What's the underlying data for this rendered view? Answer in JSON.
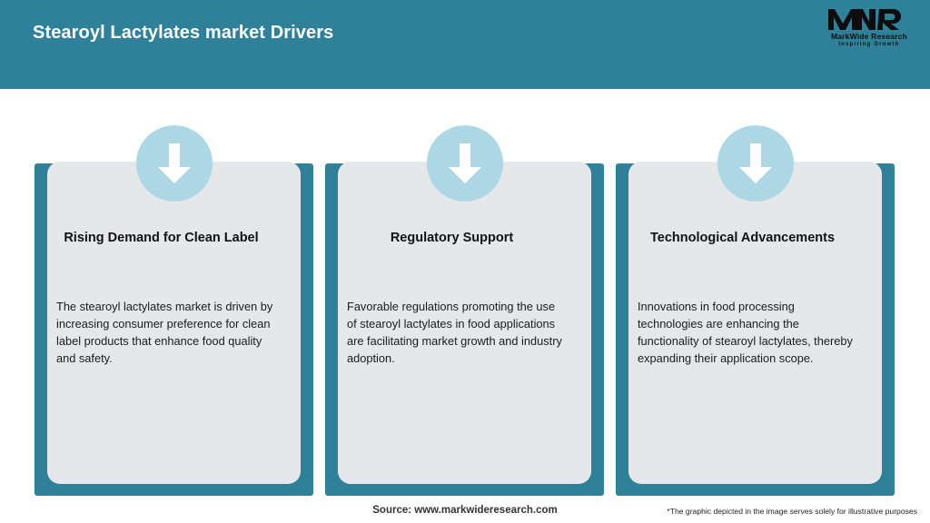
{
  "header": {
    "title": "Stearoyl Lactylates market Drivers",
    "background_color": "#2E8199",
    "title_color": "#ffffff"
  },
  "logo": {
    "mark": "MWR",
    "name": "MarkWide Research",
    "tagline": "Inspiring Growth"
  },
  "cards": [
    {
      "icon": "down-arrow-icon",
      "title": "Rising Demand for Clean Label",
      "body": "The stearoyl lactylates market is driven by increasing consumer preference for clean label products that enhance food quality and safety."
    },
    {
      "icon": "down-arrow-icon",
      "title": "Regulatory Support",
      "body": "Favorable regulations promoting the use of stearoyl lactylates in food applications are facilitating market growth and industry adoption."
    },
    {
      "icon": "down-arrow-icon",
      "title": "Technological Advancements",
      "body": "Innovations in food processing technologies are enhancing the functionality of stearoyl lactylates, thereby expanding their application scope."
    }
  ],
  "footer": {
    "source": "Source: www.markwideresearch.com",
    "disclaimer": "*The graphic depicted in the image serves solely for illustrative purposes"
  },
  "colors": {
    "teal": "#2E8199",
    "panel_grey": "#e5e8ea",
    "icon_blue": "#aed7e6"
  }
}
